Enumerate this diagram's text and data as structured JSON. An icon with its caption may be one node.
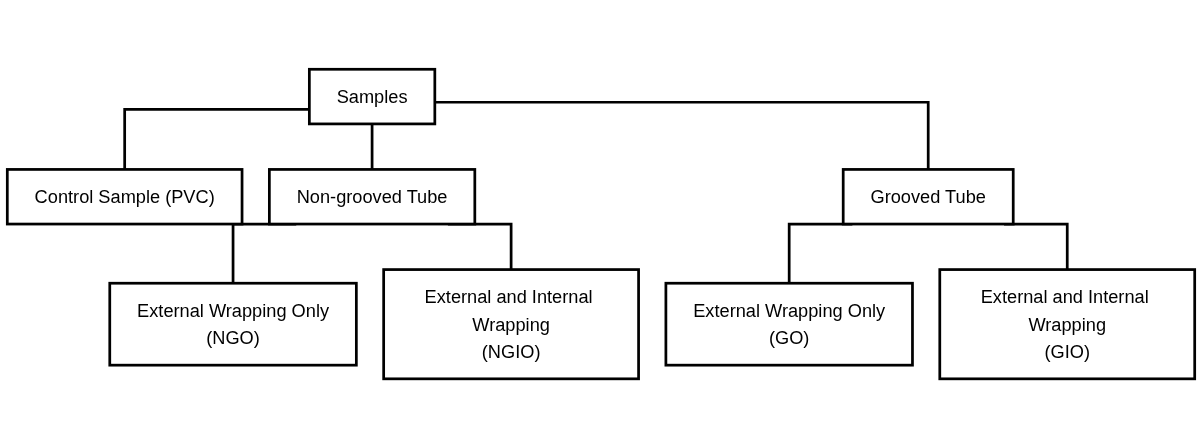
{
  "diagram": {
    "nodes": [
      {
        "text": [
          "Samples"
        ]
      },
      {
        "text": [
          "Control Sample (PVC)"
        ]
      },
      {
        "text": [
          "Non-grooved Tube"
        ]
      },
      {
        "text": [
          "Grooved Tube"
        ]
      },
      {
        "text": [
          "External Wrapping Only",
          "(NGO)"
        ]
      },
      {
        "text": [
          "External and Internal Wrapping",
          "(NGIO)"
        ]
      },
      {
        "text": [
          "External Wrapping Only",
          "(GO)"
        ]
      },
      {
        "text": [
          "External and Internal Wrapping",
          "(GIO)"
        ]
      }
    ],
    "edges": [
      {
        "from": 0,
        "to": 1,
        "arrow": "none"
      },
      {
        "from": 0,
        "to": 2,
        "arrow": "none"
      },
      {
        "from": 0,
        "to": 3,
        "arrow": "none"
      },
      {
        "from": 2,
        "to": 4,
        "arrow": "none"
      },
      {
        "from": 2,
        "to": 5,
        "arrow": "none"
      },
      {
        "from": 3,
        "to": 6,
        "arrow": "none"
      },
      {
        "from": 3,
        "to": 7,
        "arrow": "none"
      }
    ]
  }
}
